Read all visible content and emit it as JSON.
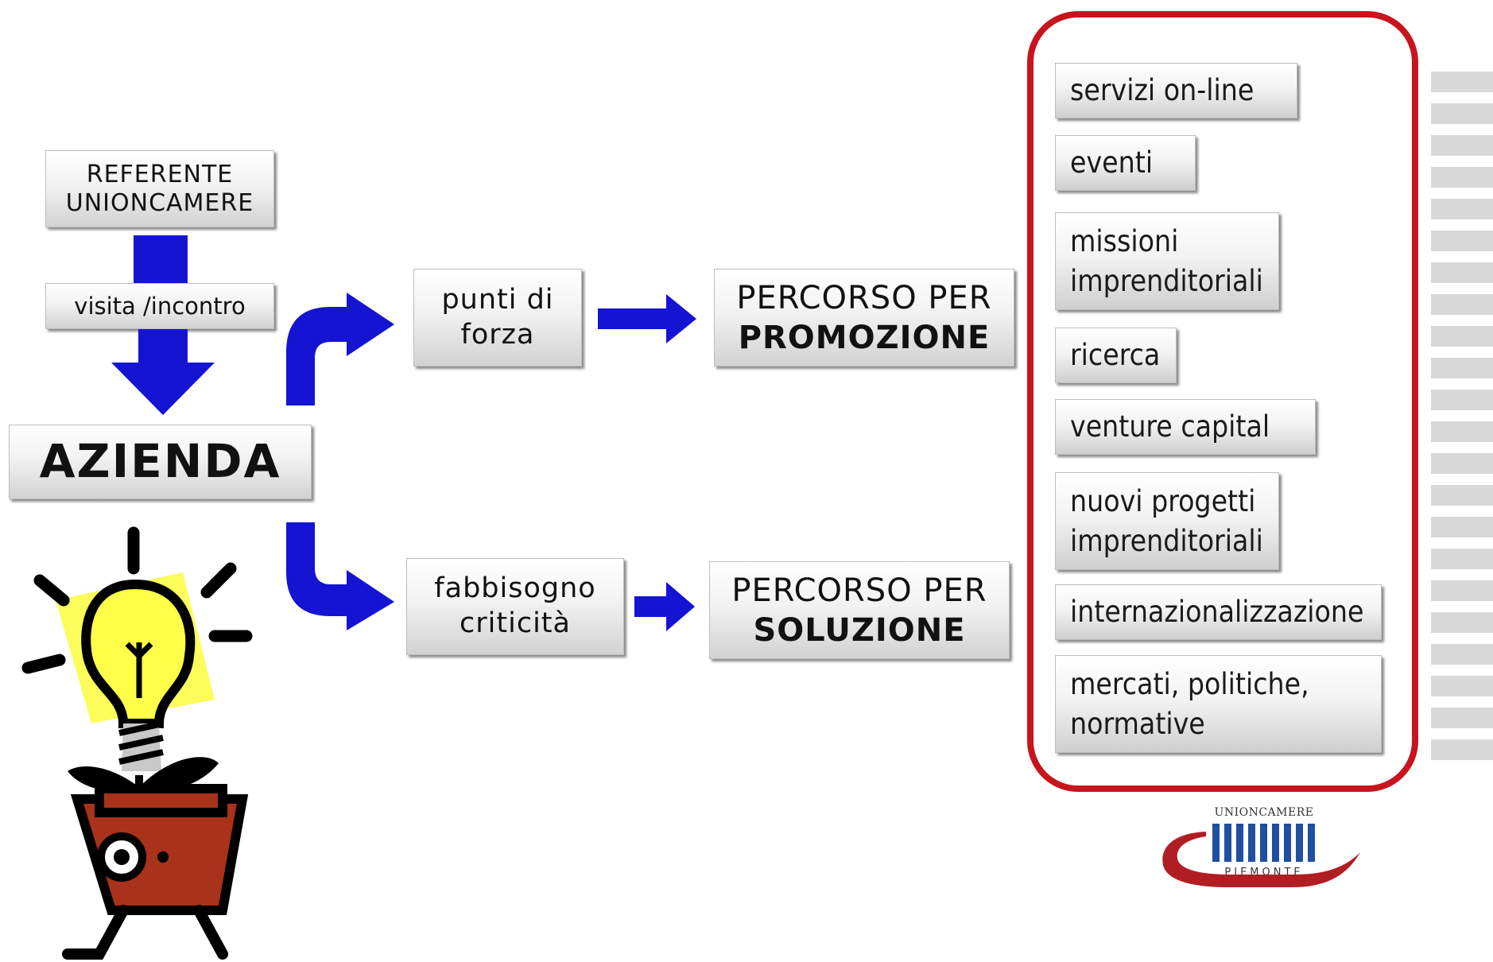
{
  "referente": {
    "line1": "REFERENTE",
    "line2": "UNIONCAMERE"
  },
  "visita": "visita /incontro",
  "azienda": "AZIENDA",
  "punti": {
    "line1": "punti di",
    "line2": "forza"
  },
  "fabbisogno": {
    "line1": "fabbisogno",
    "line2": "criticità"
  },
  "promozione": {
    "line1": "PERCORSO PER",
    "line2": "PROMOZIONE"
  },
  "soluzione": {
    "line1": "PERCORSO PER",
    "line2": "SOLUZIONE"
  },
  "services": [
    {
      "line1": "servizi on-line"
    },
    {
      "line1": "eventi"
    },
    {
      "line1": "missioni",
      "line2": "imprenditoriali"
    },
    {
      "line1": "ricerca"
    },
    {
      "line1": "venture capital"
    },
    {
      "line1": "nuovi progetti",
      "line2": "imprenditoriali"
    },
    {
      "line1": "internazionalizzazione"
    },
    {
      "line1": "mercati, politiche,",
      "line2": "normative"
    }
  ],
  "logo": {
    "top": "UNIONCAMERE",
    "bottom": "PIEMONTE"
  },
  "colors": {
    "arrow": "#1414d2",
    "frame": "#c8141e",
    "logo_red": "#b01e24",
    "logo_blue": "#1f4fa0"
  }
}
